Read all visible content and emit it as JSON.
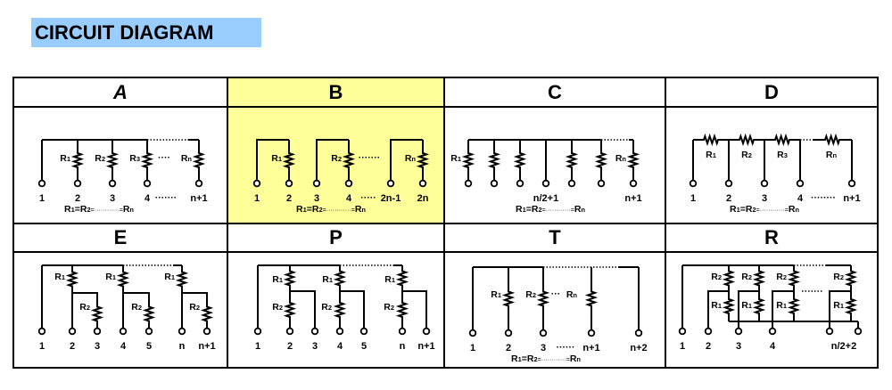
{
  "title": "CIRCUIT DIAGRAM",
  "colors": {
    "title_bg": "#99CCFF",
    "highlight": "#FFFF99",
    "line": "#000000"
  },
  "diagrams": [
    {
      "id": "A",
      "label": "A",
      "italic": true,
      "highlighted": false,
      "terminals": [
        "1",
        "2",
        "3",
        "4",
        "n+1"
      ],
      "resistors": [
        "R1",
        "R2",
        "R3",
        "Rn"
      ],
      "ellipsis": "·······",
      "equation": "R1=R2=············=Rn"
    },
    {
      "id": "B",
      "label": "B",
      "italic": false,
      "highlighted": true,
      "terminals": [
        "1",
        "2",
        "3",
        "4",
        "2n-1",
        "2n"
      ],
      "resistors": [
        "R1",
        "R2",
        "Rn"
      ],
      "ellipsis": "·····",
      "equation": "R1=R2=············=Rn"
    },
    {
      "id": "C",
      "label": "C",
      "italic": false,
      "highlighted": false,
      "terminals": [
        "n/2+1",
        "n+1"
      ],
      "resistors": [
        "R1",
        "Rn"
      ],
      "equation": "R1=R2=············=Rn"
    },
    {
      "id": "D",
      "label": "D",
      "italic": false,
      "highlighted": false,
      "terminals": [
        "1",
        "2",
        "3",
        "4",
        "n+1"
      ],
      "resistors": [
        "R1",
        "R2",
        "R3",
        "Rn"
      ],
      "ellipsis": "········",
      "equation": "R1=R2=············=Rn"
    },
    {
      "id": "E",
      "label": "E",
      "italic": false,
      "highlighted": false,
      "terminals": [
        "1",
        "2",
        "3",
        "4",
        "5",
        "n",
        "n+1"
      ],
      "resistors": [
        "R1",
        "R2"
      ]
    },
    {
      "id": "P",
      "label": "P",
      "italic": false,
      "highlighted": false,
      "terminals": [
        "1",
        "2",
        "3",
        "4",
        "5",
        "n",
        "n+1"
      ],
      "resistors": [
        "R1",
        "R2"
      ]
    },
    {
      "id": "T",
      "label": "T",
      "italic": false,
      "highlighted": false,
      "terminals": [
        "1",
        "2",
        "3",
        "n+1",
        "n+2"
      ],
      "resistors": [
        "R1",
        "R2",
        "Rn"
      ],
      "ellipsis": "······",
      "equation": "R1=R2=············=Rn"
    },
    {
      "id": "R",
      "label": "R",
      "italic": false,
      "highlighted": false,
      "terminals": [
        "1",
        "2",
        "3",
        "4",
        "n/2+2"
      ],
      "resistors": [
        "R1",
        "R2"
      ]
    }
  ]
}
